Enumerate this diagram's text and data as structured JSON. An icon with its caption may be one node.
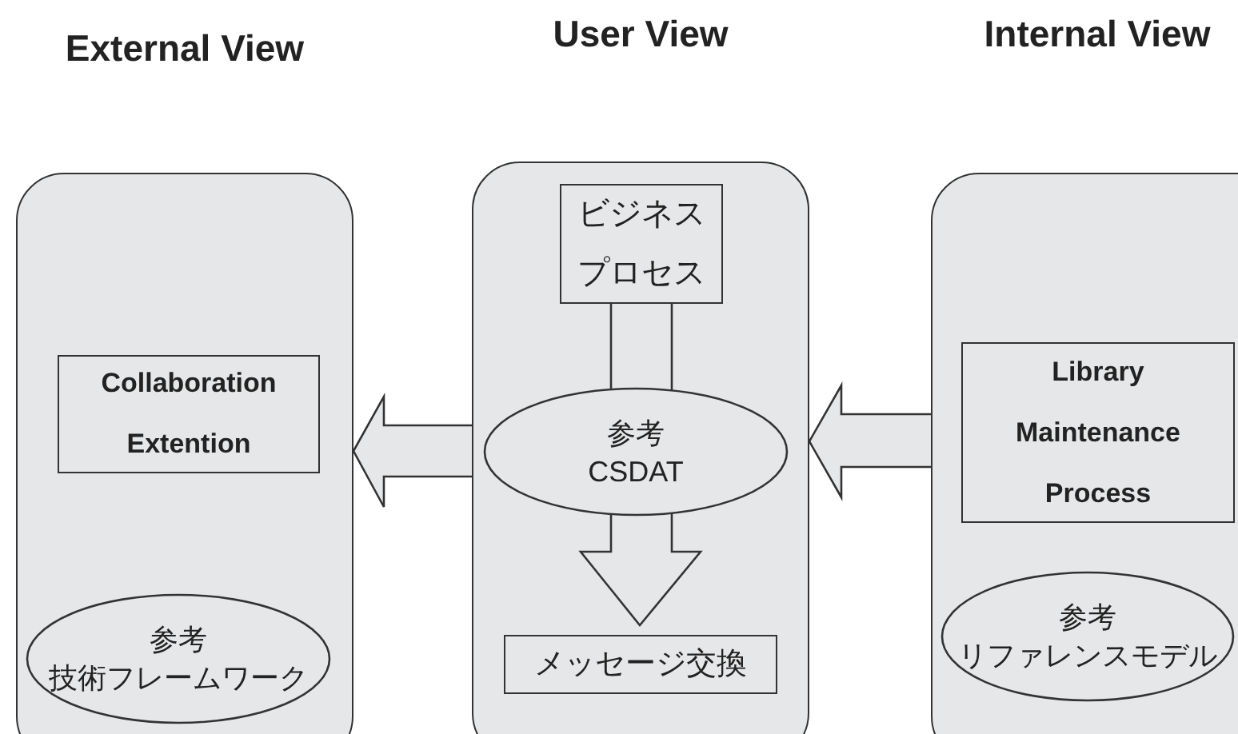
{
  "diagram": {
    "nodes": [
      {
        "text": [
          "External View"
        ]
      },
      {
        "text": [
          "Collaboration Extention"
        ],
        "in": 0
      },
      {
        "text": [
          "参考",
          "技術フレームワーク"
        ],
        "in": 0
      },
      {
        "text": [
          "User View"
        ]
      },
      {
        "text": [
          "ビジネスプロセス"
        ],
        "in": 3
      },
      {
        "text": [
          "参考",
          "CSDAT"
        ],
        "in": 3
      },
      {
        "text": [
          "メッセージ交換"
        ],
        "in": 3
      },
      {
        "text": [
          "Internal View"
        ]
      },
      {
        "text": [
          "Library Maintenance Process"
        ],
        "in": 7
      },
      {
        "text": [
          "参考",
          "リファレンスモデル"
        ],
        "in": 7
      }
    ],
    "edges": [
      {
        "from": 4,
        "to": 6,
        "arrow": "to"
      },
      {
        "from": 3,
        "to": 0,
        "arrow": "to"
      },
      {
        "from": 7,
        "to": 3,
        "arrow": "to"
      }
    ]
  }
}
